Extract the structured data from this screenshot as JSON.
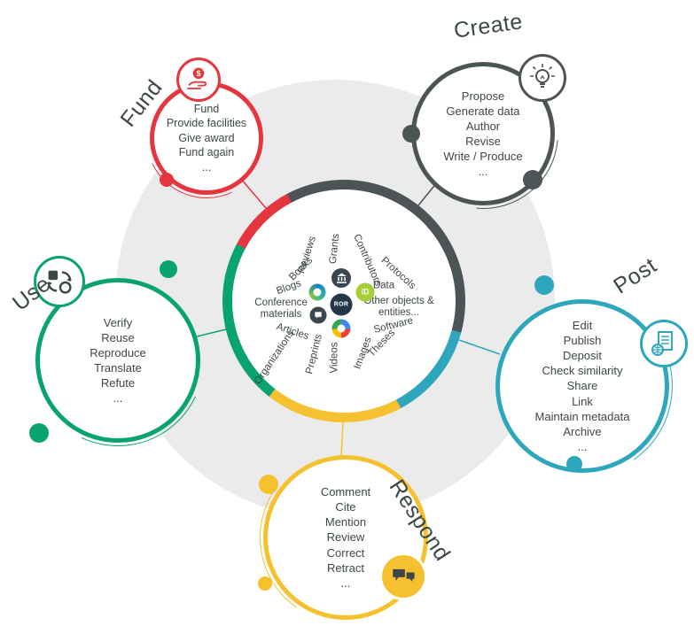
{
  "hub": {
    "labels": [
      "Reviews",
      "Grants",
      "Contributors",
      "Protocols",
      "Books",
      "Blogs",
      "Conference materials",
      "Articles",
      "Organizations",
      "Preprints",
      "Videos",
      "Images",
      "Theses",
      "Software",
      "Data",
      "Other objects & entities..."
    ],
    "logos": {
      "ror": "ROR",
      "orcid": "iD"
    }
  },
  "nodes": {
    "fund": {
      "label": "Fund",
      "items": [
        "Fund",
        "Provide facilities",
        "Give award",
        "Fund again",
        "..."
      ]
    },
    "create": {
      "label": "Create",
      "items": [
        "Propose",
        "Generate data",
        "Author",
        "Revise",
        "Write / Produce",
        "..."
      ]
    },
    "post": {
      "label": "Post",
      "items": [
        "Edit",
        "Publish",
        "Deposit",
        "Check similarity",
        "Share",
        "Link",
        "Maintain metadata",
        "Archive",
        "..."
      ]
    },
    "respond": {
      "label": "Respond",
      "items": [
        "Comment",
        "Cite",
        "Mention",
        "Review",
        "Correct",
        "Retract",
        "..."
      ]
    },
    "use": {
      "label": "Use",
      "items": [
        "Verify",
        "Reuse",
        "Reproduce",
        "Translate",
        "Refute",
        "..."
      ]
    }
  },
  "colors": {
    "fund": "#e5353f",
    "create": "#4d5455",
    "post": "#2ea7bd",
    "respond": "#f5c12e",
    "use": "#09a36d",
    "background_circle": "#ebebeb",
    "text": "#3e4748"
  }
}
